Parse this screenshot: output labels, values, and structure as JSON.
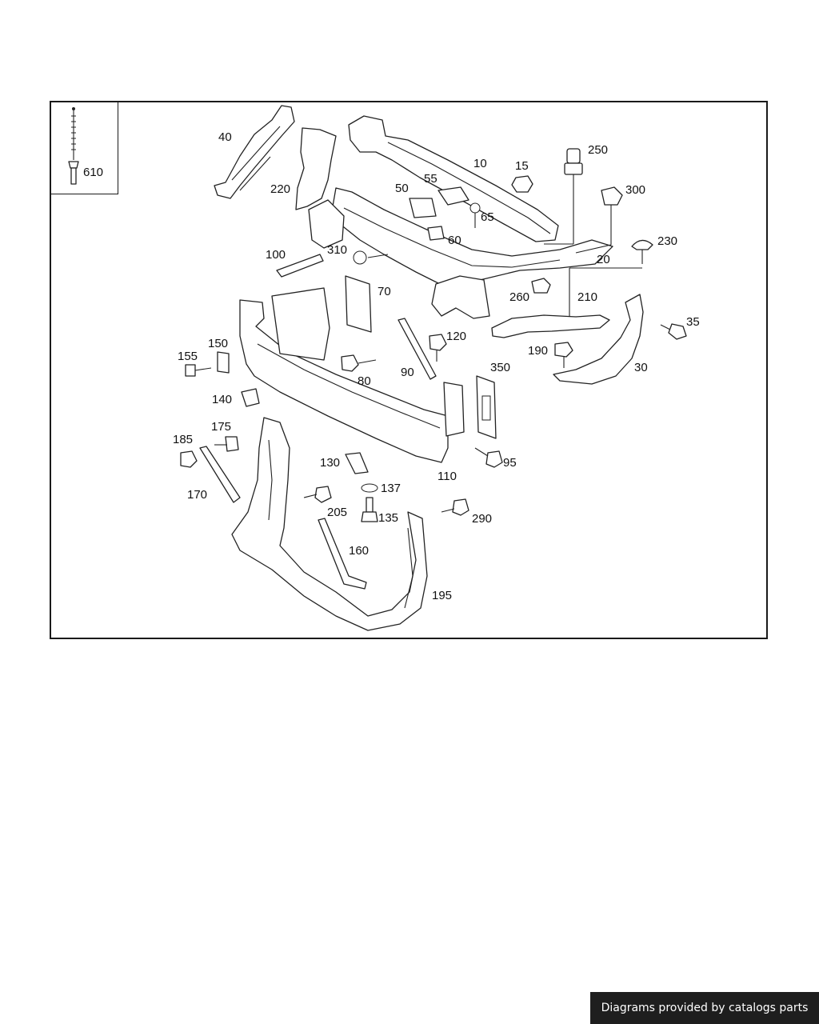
{
  "diagram": {
    "part_labels": [
      {
        "text": "610"
      },
      {
        "text": "40"
      },
      {
        "text": "220"
      },
      {
        "text": "10"
      },
      {
        "text": "15"
      },
      {
        "text": "250"
      },
      {
        "text": "300"
      },
      {
        "text": "55"
      },
      {
        "text": "50"
      },
      {
        "text": "65"
      },
      {
        "text": "60"
      },
      {
        "text": "230"
      },
      {
        "text": "20"
      },
      {
        "text": "100"
      },
      {
        "text": "310"
      },
      {
        "text": "70"
      },
      {
        "text": "260"
      },
      {
        "text": "210"
      },
      {
        "text": "35"
      },
      {
        "text": "150"
      },
      {
        "text": "155"
      },
      {
        "text": "120"
      },
      {
        "text": "190"
      },
      {
        "text": "30"
      },
      {
        "text": "90"
      },
      {
        "text": "80"
      },
      {
        "text": "350"
      },
      {
        "text": "140"
      },
      {
        "text": "175"
      },
      {
        "text": "185"
      },
      {
        "text": "95"
      },
      {
        "text": "130"
      },
      {
        "text": "110"
      },
      {
        "text": "137"
      },
      {
        "text": "170"
      },
      {
        "text": "205"
      },
      {
        "text": "135"
      },
      {
        "text": "290"
      },
      {
        "text": "160"
      },
      {
        "text": "195"
      }
    ]
  },
  "footer": {
    "credit_text": "Diagrams provided by catalogs parts"
  }
}
